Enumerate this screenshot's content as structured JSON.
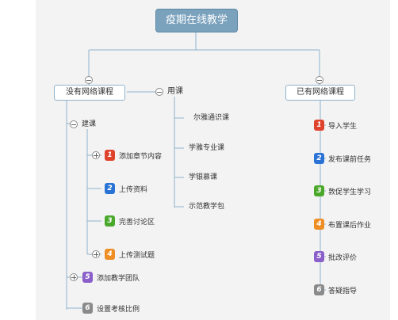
{
  "root": {
    "label": "疫期在线教学"
  },
  "left_branch": {
    "label": "没有网络课程",
    "jianke": {
      "label": "建课",
      "children": [
        {
          "num": "1",
          "label": "添加章节内容",
          "color": "#e0432b"
        },
        {
          "num": "2",
          "label": "上传资料",
          "color": "#2a73d6"
        },
        {
          "num": "3",
          "label": "完善讨论区",
          "color": "#4aa82a"
        },
        {
          "num": "4",
          "label": "上传测试题",
          "color": "#ef8e24"
        }
      ]
    },
    "extra": [
      {
        "num": "5",
        "label": "添加教学团队",
        "color": "#8b5fc9"
      },
      {
        "num": "6",
        "label": "设置考核比例",
        "color": "#8a8a8a"
      }
    ]
  },
  "middle_branch": {
    "label": "用课",
    "children": [
      "尔雅通识课",
      "学雅专业课",
      "学银慕课",
      "示范教学包"
    ]
  },
  "right_branch": {
    "label": "已有网络课程",
    "children": [
      {
        "num": "1",
        "label": "导入学生",
        "color": "#e0432b"
      },
      {
        "num": "2",
        "label": "发布课前任务",
        "color": "#2a73d6"
      },
      {
        "num": "3",
        "label": "敦促学生学习",
        "color": "#4aa82a"
      },
      {
        "num": "4",
        "label": "布置课后作业",
        "color": "#ef8e24"
      },
      {
        "num": "5",
        "label": "批改评价",
        "color": "#8b5fc9"
      },
      {
        "num": "6",
        "label": "答疑指导",
        "color": "#8a8a8a"
      }
    ]
  }
}
